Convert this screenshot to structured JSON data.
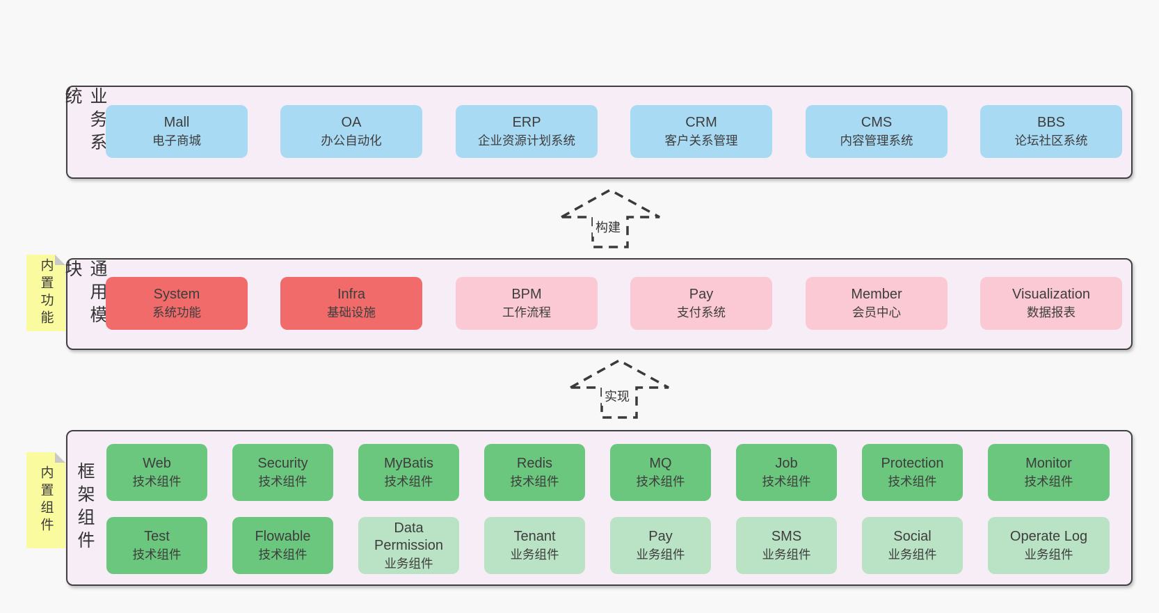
{
  "palette": {
    "page_bg": "#f8f8f8",
    "layer_bg": "#f7edf6",
    "layer_border": "#404040",
    "business_box": "#a9daf4",
    "core_module_box": "#f16b6b",
    "optional_module_box": "#fac9d3",
    "tech_component_box": "#6cc77e",
    "biz_component_box": "#b9e3c4",
    "sticky_note": "#fafa9e",
    "text": "#3d3d3d"
  },
  "layers": {
    "business": {
      "side_label": "业务系统",
      "boxes": [
        {
          "name": "Mall",
          "desc": "电子商城"
        },
        {
          "name": "OA",
          "desc": "办公自动化"
        },
        {
          "name": "ERP",
          "desc": "企业资源计划系统"
        },
        {
          "name": "CRM",
          "desc": "客户关系管理"
        },
        {
          "name": "CMS",
          "desc": "内容管理系统"
        },
        {
          "name": "BBS",
          "desc": "论坛社区系统"
        }
      ]
    },
    "modules": {
      "sticky_label": "内置功能",
      "side_label": "通用模块",
      "boxes": [
        {
          "name": "System",
          "desc": "系统功能"
        },
        {
          "name": "Infra",
          "desc": "基础设施"
        },
        {
          "name": "BPM",
          "desc": "工作流程"
        },
        {
          "name": "Pay",
          "desc": "支付系统"
        },
        {
          "name": "Member",
          "desc": "会员中心"
        },
        {
          "name": "Visualization",
          "desc": "数据报表"
        }
      ]
    },
    "components": {
      "sticky_label": "内置组件",
      "side_label": "框架组件",
      "row1": [
        {
          "name": "Web",
          "desc": "技术组件"
        },
        {
          "name": "Security",
          "desc": "技术组件"
        },
        {
          "name": "MyBatis",
          "desc": "技术组件"
        },
        {
          "name": "Redis",
          "desc": "技术组件"
        },
        {
          "name": "MQ",
          "desc": "技术组件"
        },
        {
          "name": "Job",
          "desc": "技术组件"
        },
        {
          "name": "Protection",
          "desc": "技术组件"
        },
        {
          "name": "Monitor",
          "desc": "技术组件"
        }
      ],
      "row2": [
        {
          "name": "Test",
          "desc": "技术组件"
        },
        {
          "name": "Flowable",
          "desc": "技术组件"
        },
        {
          "name": "Data Permission",
          "desc": "业务组件"
        },
        {
          "name": "Tenant",
          "desc": "业务组件"
        },
        {
          "name": "Pay",
          "desc": "业务组件"
        },
        {
          "name": "SMS",
          "desc": "业务组件"
        },
        {
          "name": "Social",
          "desc": "业务组件"
        },
        {
          "name": "Operate Log",
          "desc": "业务组件"
        }
      ]
    }
  },
  "arrows": {
    "build": {
      "label": "构建"
    },
    "implement": {
      "label": "实现"
    }
  }
}
